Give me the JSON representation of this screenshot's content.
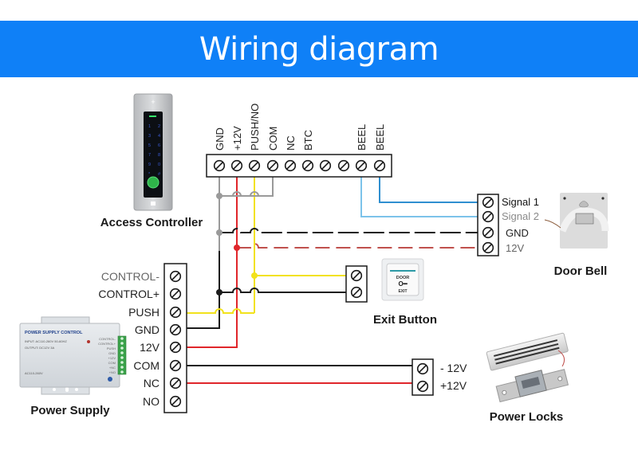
{
  "header": {
    "title": "Wiring diagram",
    "background": "#0f80f7"
  },
  "devices": {
    "access_controller": {
      "caption": "Access Controller"
    },
    "power_supply": {
      "caption": "Power Supply",
      "panel_title": "POWER SUPPLY CONTROL",
      "panel_input": "INPUT: AC110-260V 50-60HZ",
      "panel_output": "OUTPUT: DC12V 3A",
      "panel_ac": "AC110-260V",
      "panel_labels": [
        "CONTROL-",
        "CONTROL+",
        "PUSH",
        "GND",
        "+12V",
        "COM",
        "+NC",
        "+NO"
      ]
    },
    "exit_button": {
      "caption": "Exit Button",
      "face_top": "DOOR",
      "face_bottom": "EXIT"
    },
    "door_bell": {
      "caption": "Door Bell"
    },
    "power_locks": {
      "caption": "Power Locks"
    }
  },
  "controller_terminal": {
    "labels": [
      "GND",
      "+12V",
      "PUSH/NO",
      "COM",
      "NC",
      "BTC",
      "",
      "",
      "BEEL",
      "BEEL"
    ]
  },
  "power_terminal": {
    "labels": [
      "CONTROL-",
      "CONTROL+",
      "PUSH",
      "GND",
      "12V",
      "COM",
      "NC",
      "NO"
    ]
  },
  "bell_terminal": {
    "labels": [
      "Signal 1",
      "Signal 2",
      "GND",
      "12V"
    ]
  },
  "lock_terminal": {
    "labels": [
      "- 12V",
      "+12V"
    ]
  },
  "wire_colors": {
    "black": "#1c1c1c",
    "red": "#e0262b",
    "yellow": "#f2e21c",
    "gray": "#9a9a9a",
    "blue": "#2f8fd0",
    "light_blue": "#7cc3ea"
  }
}
